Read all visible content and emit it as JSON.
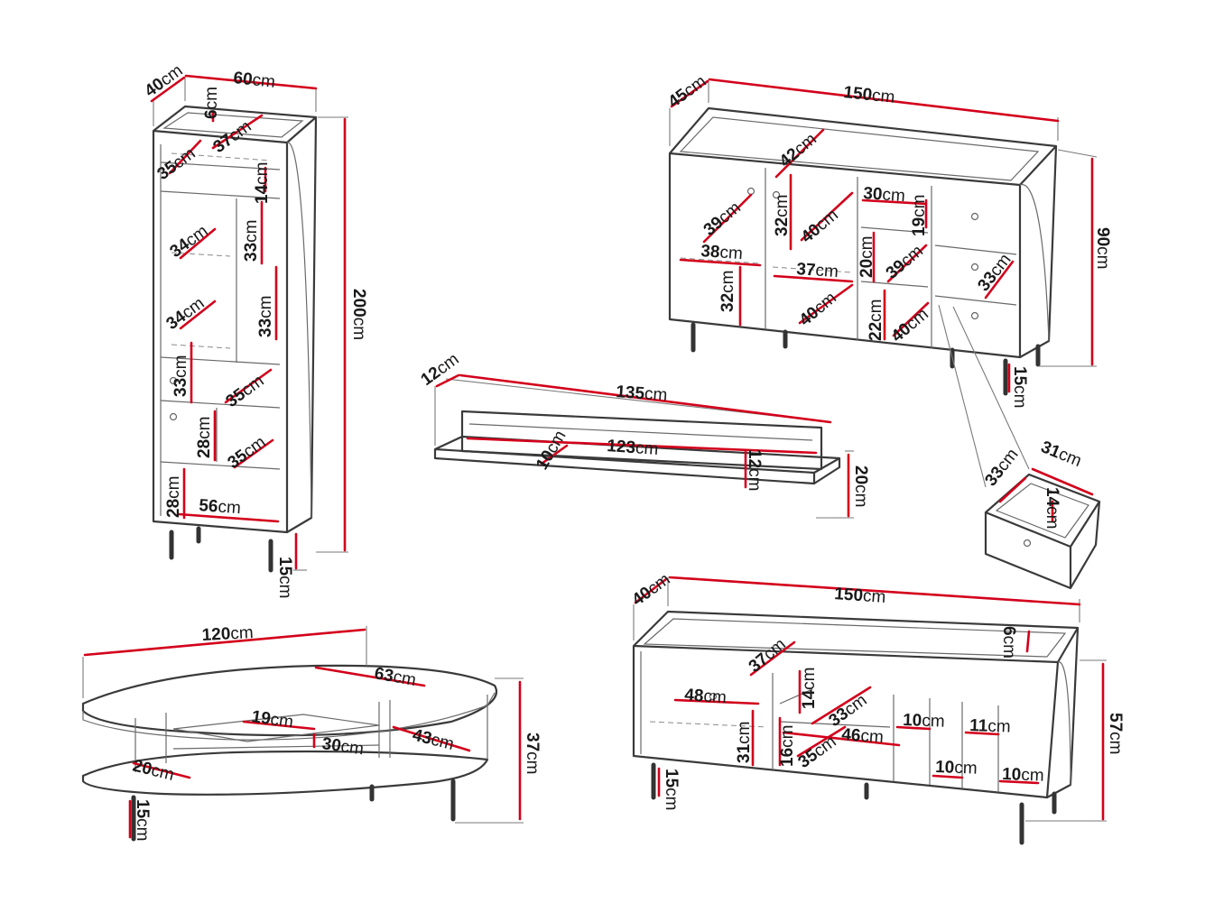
{
  "unit": "cm",
  "tall_cabinet": {
    "depth": "40",
    "width": "60",
    "height": "200",
    "legs": "15",
    "inner": [
      "6",
      "37",
      "35",
      "14",
      "34",
      "33",
      "34",
      "33",
      "33",
      "35",
      "28",
      "35",
      "28",
      "56"
    ]
  },
  "sideboard": {
    "depth": "45",
    "width": "150",
    "height": "90",
    "legs": "15",
    "inner": [
      "42",
      "30",
      "19",
      "39",
      "32",
      "40",
      "38",
      "37",
      "20",
      "39",
      "33",
      "32",
      "40",
      "22",
      "40"
    ]
  },
  "wall_shelf": {
    "depth": "12",
    "width": "135",
    "inner_width": "123",
    "shelf_depth": "10",
    "back_height": "12",
    "height": "20"
  },
  "drawer": {
    "depth": "33",
    "width": "31",
    "height": "14"
  },
  "coffee_table": {
    "width": "120",
    "height": "37",
    "legs": "15",
    "inner": [
      "63",
      "19",
      "30",
      "43",
      "20"
    ]
  },
  "tv_stand": {
    "depth": "40",
    "width": "150",
    "height": "57",
    "legs": "15",
    "inner": [
      "6",
      "37",
      "48",
      "14",
      "33",
      "31",
      "16",
      "46",
      "35",
      "10",
      "11",
      "10",
      "10"
    ]
  }
}
